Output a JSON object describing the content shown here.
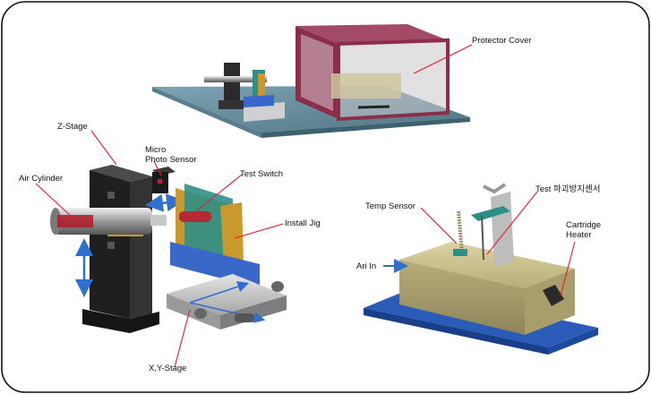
{
  "labels": {
    "protector_cover": "Protector Cover",
    "z_stage": "Z-Stage",
    "micro_photo_sensor_1": "Micro",
    "micro_photo_sensor_2": "Photo Sensor",
    "air_cylinder": "Air Cylinder",
    "test_switch": "Test Switch",
    "install_jig": "Install Jig",
    "xy_stage": "X,Y-Stage",
    "temp_sensor": "Temp Sensor",
    "test_jig_kr": "Test 파괴방지센서",
    "cartridge_heater_1": "Cartridge",
    "cartridge_heater_2": "Heater",
    "air_in": "Ari In"
  },
  "colors": {
    "leader_line": "#e8192c",
    "arrow_blue": "#2f6fd0",
    "base_plate": "#5f8899",
    "cover_frame": "#8a2e4a",
    "heater_body": "#c9bf8a",
    "blue_base": "#2a5bb8",
    "stage_dark": "#2a2a2a",
    "jig_gold": "#c9992e",
    "jig_teal": "#2e8f86",
    "jig_blue": "#3a68c9"
  }
}
